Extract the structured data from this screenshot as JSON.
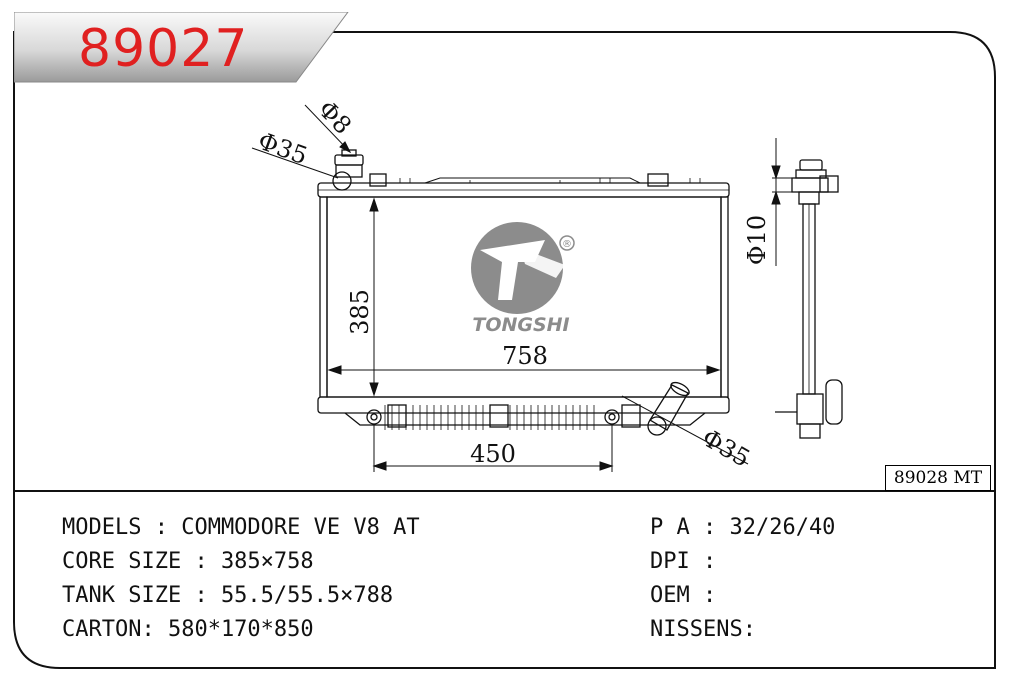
{
  "header": {
    "part_number": "89027"
  },
  "drawing": {
    "dimensions": {
      "height": "385",
      "width": "758",
      "outlet_offset": "450",
      "inlet_diameter": "Φ35",
      "outlet_diameter": "Φ35",
      "cap_diameter": "Φ8",
      "side_diameter": "Φ10"
    },
    "logo_text": "TONGSHI",
    "logo_mark": "®",
    "reference_code": "89028 MT"
  },
  "specs": {
    "models": "MODELS : COMMODORE VE V8 AT",
    "core_size": "CORE SIZE : 385×758",
    "tank_size": "TANK SIZE : 55.5/55.5×788",
    "carton": "CARTON: 580*170*850",
    "pa": "P A : 32/26/40",
    "dpi": "DPI :",
    "oem": "OEM :",
    "nissens": "NISSENS:"
  },
  "colors": {
    "part_number": "#e02020",
    "logo": "#8c8c8c",
    "line": "#111111"
  }
}
